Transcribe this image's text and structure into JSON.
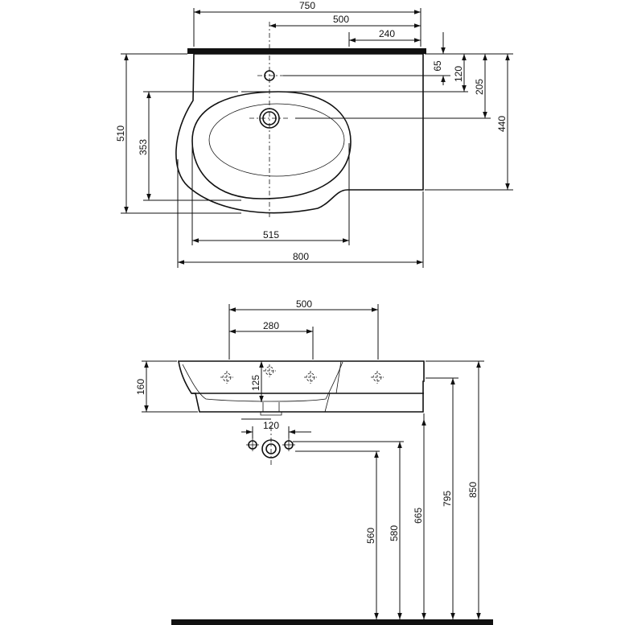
{
  "colors": {
    "line": "#111111",
    "background": "#ffffff"
  },
  "top_view": {
    "dims": {
      "width_overall_top": "750",
      "tap_to_bowl_right": "500",
      "tap_to_right": "240",
      "tap_from_back": "65",
      "bowl_top_from_back": "120",
      "drain_from_back": "205",
      "right_depth": "440",
      "total_depth": "510",
      "bowl_depth": "353",
      "bowl_width": "515",
      "width_overall": "800"
    }
  },
  "front_view": {
    "dims": {
      "bracket_span": "500",
      "bracket_to_tap": "280",
      "tap_height": "125",
      "basin_height": "160",
      "supply_spacing": "120",
      "supply_height": "560",
      "outlet_height": "580",
      "basin_bottom_height": "665",
      "bracket_height": "795",
      "rim_height": "850"
    }
  }
}
